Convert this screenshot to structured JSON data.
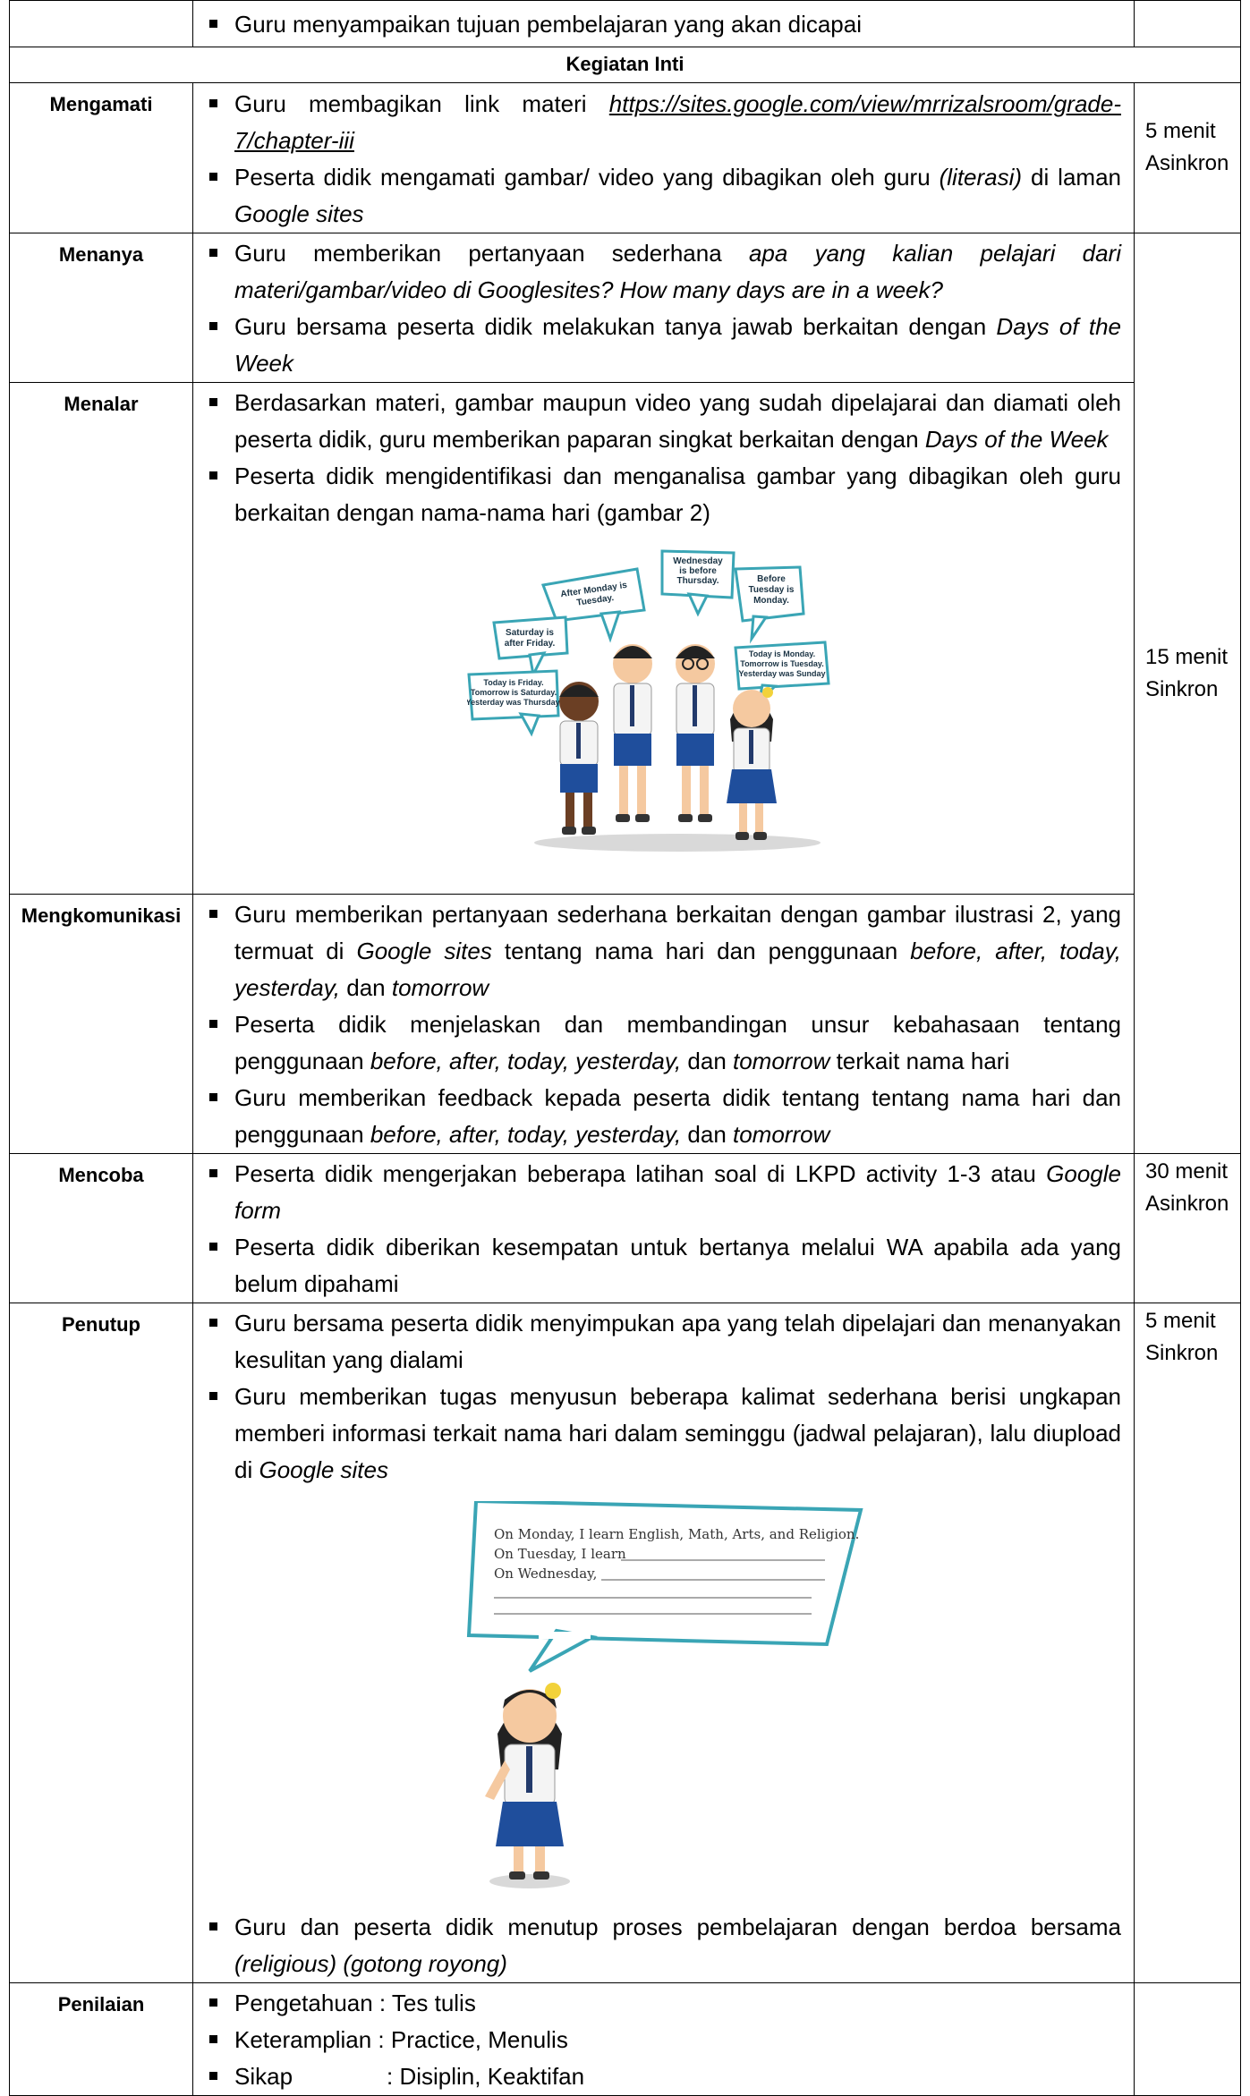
{
  "top_row": {
    "text": "Guru menyampaikan tujuan pembelajaran yang akan dicapai"
  },
  "section_title": "Kegiatan Inti",
  "mengamati": {
    "label": "Mengamati",
    "item1_pre": "Guru membagikan link materi ",
    "item1_link": "https://sites.google.com/view/mrrizalsroom/grade-7/chapter-iii",
    "item2_pre": "Peserta didik mengamati gambar/ video yang dibagikan oleh guru ",
    "item2_em": "(literasi)",
    "item2_mid": " di laman ",
    "item2_em2": "Google sites",
    "time": "5 menit Asinkron"
  },
  "menanya": {
    "label": "Menanya",
    "item1_pre": "Guru memberikan pertanyaan sederhana ",
    "item1_em": "apa yang kalian pelajari dari materi/gambar/video di Googlesites? How many days are in a week?",
    "item2_pre": "Guru bersama peserta didik melakukan tanya jawab berkaitan dengan ",
    "item2_em": "Days of the Week"
  },
  "menalar": {
    "label": "Menalar",
    "item1_pre": "Berdasarkan materi, gambar maupun video yang sudah dipelajarai dan diamati oleh peserta didik, guru memberikan paparan singkat berkaitan dengan ",
    "item1_em": "Days of the Week",
    "item2": "Peserta didik mengidentifikasi dan menganalisa gambar yang dibagikan oleh guru berkaitan dengan nama-nama hari (gambar 2)",
    "bubbles": {
      "b1": "After Monday is Tuesday.",
      "b2": "Wednesday is before Thursday.",
      "b3": "Before Tuesday is Monday.",
      "b4": "Saturday is after Friday.",
      "b5": "Today is Monday. Tomorrow is Tuesday. Yesterday was Sunday",
      "b6": "Today is Friday. Tomorrow is Saturday. Yesterday was Thursday."
    }
  },
  "sinkron_time": "15 menit Sinkron",
  "mengkomunikasi": {
    "label": "Mengkomunikasi",
    "item1_pre": "Guru memberikan pertanyaan sederhana berkaitan dengan gambar ilustrasi 2, yang termuat di ",
    "item1_em": "Google sites",
    "item1_mid": " tentang nama hari dan penggunaan ",
    "item1_em2": "before, after, today, yesterday,",
    "item1_and": " dan ",
    "item1_em3": "tomorrow",
    "item2_pre": "Peserta didik menjelaskan dan membandingan unsur kebahasaan tentang penggunaan ",
    "item2_em": "before, after, today, yesterday,",
    "item2_and": " dan ",
    "item2_em2": "tomorrow",
    "item2_post": " terkait nama hari",
    "item3_pre": "Guru memberikan feedback kepada peserta didik tentang tentang nama hari dan penggunaan ",
    "item3_em": "before, after, today, yesterday,",
    "item3_and": " dan ",
    "item3_em2": "tomorrow"
  },
  "mencoba": {
    "label": "Mencoba",
    "item1_pre": "Peserta didik mengerjakan beberapa latihan soal di LKPD activity 1-3 atau ",
    "item1_em": "Google form",
    "item2": "Peserta didik diberikan kesempatan untuk bertanya melalui WA apabila ada yang belum dipahami",
    "time": "30 menit Asinkron"
  },
  "penutup": {
    "label": "Penutup",
    "item1": "Guru bersama peserta didik menyimpukan apa yang telah dipelajari dan menanyakan kesulitan yang dialami",
    "item2_pre": "Guru memberikan tugas menyusun beberapa kalimat sederhana berisi ungkapan memberi informasi terkait nama hari dalam seminggu (jadwal pelajaran), lalu diupload di ",
    "item2_em": "Google sites",
    "note_line1": "On Monday, I learn English, Math, Arts, and Religion.",
    "note_line2": "On Tuesday, I learn",
    "note_line3": "On Wednesday,",
    "item3_pre": "Guru dan peserta didik menutup proses pembelajaran dengan berdoa bersama ",
    "item3_em": "(religious) (gotong royong)",
    "time": "5 menit Sinkron"
  },
  "penilaian": {
    "label": "Penilaian",
    "item1": "Pengetahuan : Tes tulis",
    "item2": "Keteramplian : Practice, Menulis",
    "item3_a": "Sikap",
    "item3_b": ": Disiplin, Keaktifan"
  }
}
